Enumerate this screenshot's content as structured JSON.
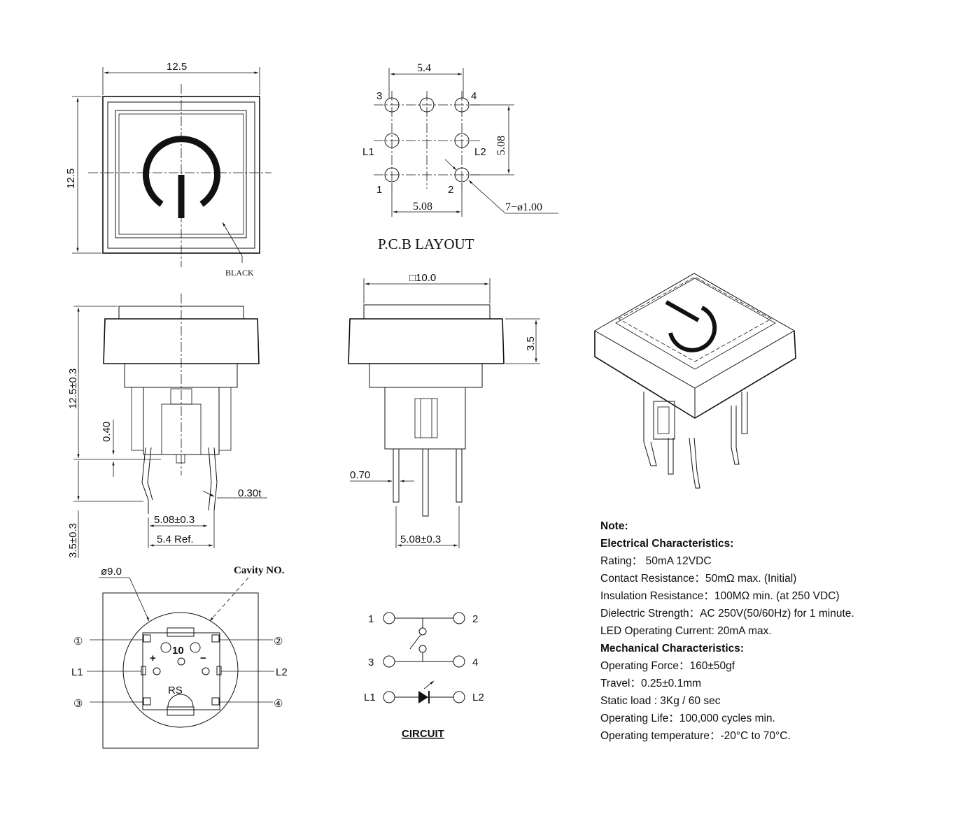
{
  "top_view": {
    "width_dim": "12.5",
    "height_dim": "12.5",
    "color_label": "BLACK"
  },
  "pcb": {
    "title": "P.C.B LAYOUT",
    "top_dim": "5.4",
    "bottom_dim": "5.08",
    "right_dim": "5.08",
    "hole_dim": "7−ø1.00",
    "pin_labels": {
      "p3": "3",
      "p4": "4",
      "l1": "L1",
      "l2": "L2",
      "p1": "1",
      "p2": "2"
    }
  },
  "front_view": {
    "height_dim": "12.5±0.3",
    "gap_dim": "0.40",
    "pin_len_dim": "3.5±0.3",
    "thickness_dim": "0.30t",
    "pitch_dim": "5.08±0.3",
    "ref_dim": "5.4 Ref."
  },
  "side_view": {
    "cap_dim": "□10.0",
    "cap_height_dim": "3.5",
    "pin_width_dim": "0.70",
    "pitch_dim": "5.08±0.3"
  },
  "bottom_view": {
    "diameter_dim": "ø9.0",
    "cavity_label": "Cavity NO.",
    "cavity_number": "10",
    "logo": "RS",
    "plus": "+",
    "minus": "−",
    "pin_labels": {
      "c1": "①",
      "c2": "②",
      "c3": "③",
      "c4": "④",
      "l1": "L1",
      "l2": "L2"
    }
  },
  "circuit": {
    "title": "CIRCUIT",
    "labels": {
      "p1": "1",
      "p2": "2",
      "p3": "3",
      "p4": "4",
      "l1": "L1",
      "l2": "L2"
    }
  },
  "notes": {
    "heading": "Note:",
    "electrical_heading": "Electrical Characteristics:",
    "electrical": [
      "Rating： 50mA 12VDC",
      "Contact Resistance：50mΩ max. (Initial)",
      "Insulation Resistance：100MΩ min. (at 250 VDC)",
      "Dielectric Strength：AC 250V(50/60Hz)  for 1 minute.",
      "LED Operating Current: 20mA max."
    ],
    "mechanical_heading": "Mechanical Characteristics:",
    "mechanical": [
      "Operating Force：160±50gf",
      "Travel：0.25±0.1mm",
      "Static load : 3Kg / 60 sec",
      "Operating Life：100,000 cycles min.",
      "Operating temperature：-20°C to 70°C."
    ]
  }
}
